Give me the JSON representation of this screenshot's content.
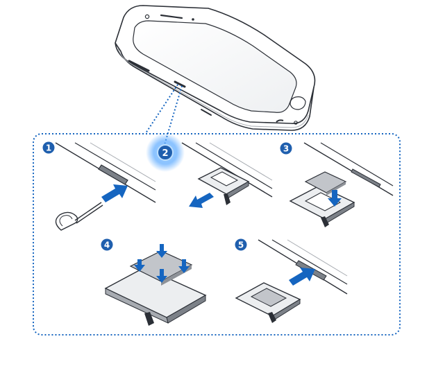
{
  "diagram": {
    "steps": [
      {
        "number": "1"
      },
      {
        "number": "2"
      },
      {
        "number": "3"
      },
      {
        "number": "4"
      },
      {
        "number": "5"
      }
    ],
    "colors": {
      "line": "#2b2f36",
      "device_body": "#ffffff",
      "device_gray": "#a7abb1",
      "tray": "#7c8188",
      "card": "#c2c5ca",
      "arrow": "#1565c0",
      "dotted_frame": "#1565c0",
      "badge": "#1f5fae",
      "highlight": "#5aa9ff"
    },
    "icons": {
      "badge": "numbered-circle",
      "arrow": "insert-arrow",
      "pin": "ejection-pin"
    }
  }
}
